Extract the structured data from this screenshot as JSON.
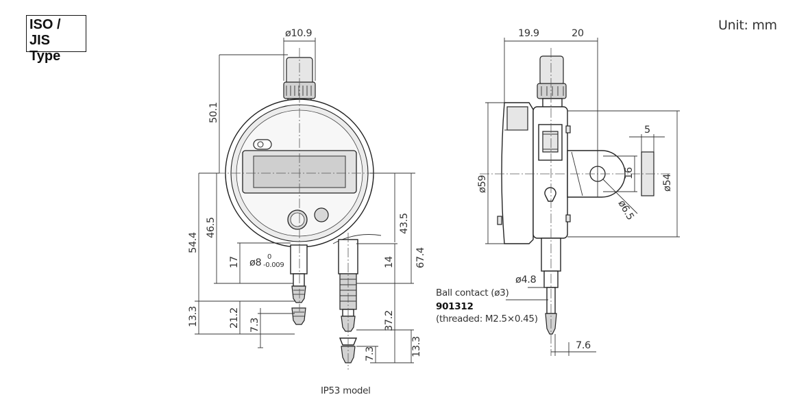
{
  "badge": {
    "line1": "ISO / JIS",
    "line2": "Type"
  },
  "unit_label": "Unit: mm",
  "front_view": {
    "stem_top_diameter": "ø10.9",
    "height_above_center": "50.1",
    "spindle_length": "54.4",
    "lower_length": "46.5",
    "stem_length": "17",
    "stem_diameter_main": "ø8",
    "stem_tol_upper": "0",
    "stem_tol_lower": "-0.009",
    "tip_length": "13.3",
    "travel": "21.2",
    "contact_length": "7.3"
  },
  "ip53_view": {
    "length_43_5": "43.5",
    "length_67_4": "67.4",
    "boot_length": "14",
    "length_37_2": "37.2",
    "tip_length": "13.3",
    "contact_length": "7.3",
    "caption": "IP53 model"
  },
  "side_view": {
    "depth_back": "19.9",
    "depth_front": "20",
    "body_diameter": "ø59",
    "lug_thickness": "5",
    "lug_hole_spacing": "16",
    "lug_hole_diameter": "ø6.5",
    "lug_height": "ø54",
    "contact_point_diameter": "ø4.8",
    "ball_contact": "Ball contact (ø3)",
    "part_number": "901312",
    "thread_note": "(threaded: M2.5×0.45)",
    "offset": "7.6"
  }
}
